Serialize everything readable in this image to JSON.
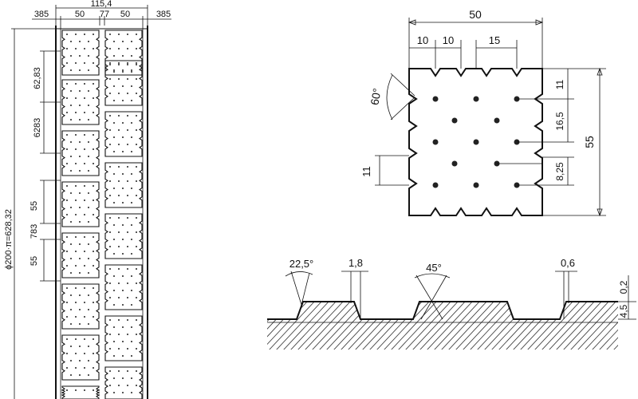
{
  "strip": {
    "top_dims": [
      "385",
      "50",
      "77",
      "50",
      "385"
    ],
    "total_width": "115,4",
    "vertical_dims": [
      "62,83",
      "6283",
      "55",
      "783",
      "55"
    ],
    "diameter_label": "ϕ200·π=628,32"
  },
  "plate": {
    "top_total": "50",
    "top_segments": [
      "10",
      "10",
      "15"
    ],
    "angle": "60°",
    "right_dims": [
      "11",
      "16,5",
      "8,25"
    ],
    "height": "55",
    "left_dim": "11"
  },
  "profile": {
    "labels": [
      "22,5°",
      "1,8",
      "45°",
      "0,6",
      "0,2",
      "4,5"
    ]
  }
}
